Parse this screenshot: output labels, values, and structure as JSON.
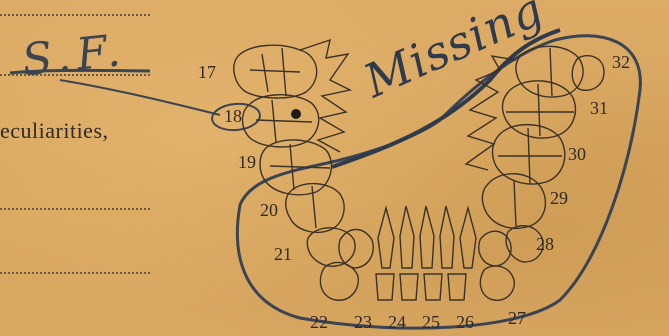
{
  "form": {
    "peculiarities_label": "eculiarities,"
  },
  "handwriting": {
    "initials": "S.F.",
    "note": "Missing"
  },
  "tooth_numbers": [
    "17",
    "18",
    "19",
    "20",
    "21",
    "22",
    "23",
    "24",
    "25",
    "26",
    "27",
    "28",
    "29",
    "30",
    "31",
    "32"
  ],
  "colors": {
    "paper": "#d9a862",
    "ink": "#2f3a4c",
    "print": "#2e2a26"
  }
}
